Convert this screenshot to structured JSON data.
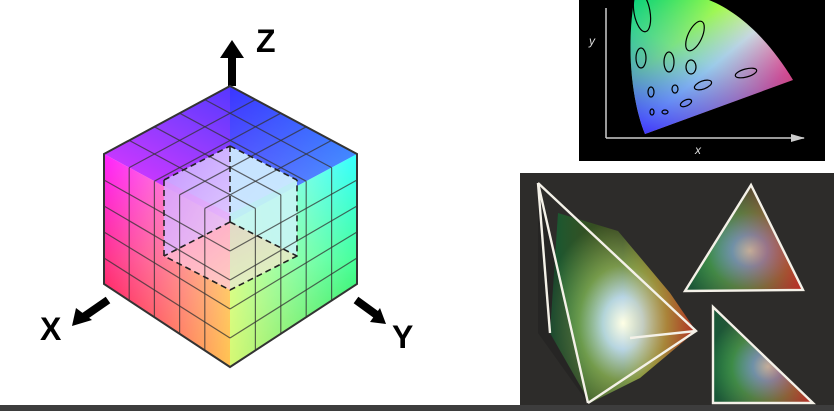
{
  "cube": {
    "axis_x": "X",
    "axis_y": "Y",
    "axis_z": "Z"
  },
  "chromaticity": {
    "axis_x": "x",
    "axis_y": "y"
  }
}
